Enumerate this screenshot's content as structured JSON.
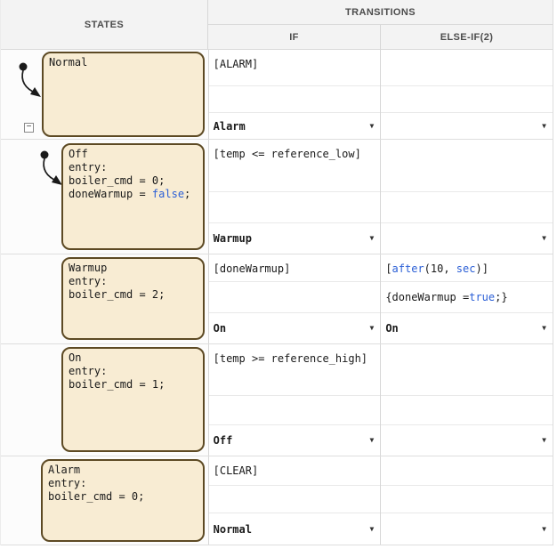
{
  "header": {
    "states": "STATES",
    "transitions": "TRANSITIONS",
    "if": "IF",
    "elseif": "ELSE-IF(2)"
  },
  "icons": {
    "dropdown": "▼",
    "collapse": "−"
  },
  "colors": {
    "keyword_blue": "#2b5fd6",
    "state_fill": "#f8ecd3",
    "state_border": "#5d4a24",
    "header_bg": "#f3f3f3"
  },
  "rows": [
    {
      "state": {
        "title": "Normal",
        "lines": [
          [
            {
              "t": "Normal"
            }
          ]
        ]
      },
      "if": {
        "condition": [
          {
            "t": "[ALARM]"
          }
        ],
        "action": [],
        "dest": "Alarm"
      },
      "elseif": {
        "condition": [],
        "action": [],
        "dest": ""
      }
    },
    {
      "state": {
        "title": "Off",
        "lines": [
          [
            {
              "t": "Off"
            }
          ],
          [
            {
              "t": "entry:"
            }
          ],
          [
            {
              "t": "boiler_cmd = 0;"
            }
          ],
          [
            {
              "t": "doneWarmup = "
            },
            {
              "t": "false",
              "k": true
            },
            {
              "t": ";"
            }
          ]
        ]
      },
      "if": {
        "condition": [
          {
            "t": "[temp <= reference_low]"
          }
        ],
        "action": [],
        "dest": "Warmup"
      },
      "elseif": {
        "condition": [],
        "action": [],
        "dest": ""
      }
    },
    {
      "state": {
        "title": "Warmup",
        "lines": [
          [
            {
              "t": "Warmup"
            }
          ],
          [
            {
              "t": "entry:"
            }
          ],
          [
            {
              "t": "boiler_cmd = 2;"
            }
          ]
        ]
      },
      "if": {
        "condition": [
          {
            "t": "[doneWarmup]"
          }
        ],
        "action": [],
        "dest": "On"
      },
      "elseif": {
        "condition": [
          {
            "t": "["
          },
          {
            "t": "after",
            "k": true
          },
          {
            "t": "(10, "
          },
          {
            "t": "sec",
            "k": true
          },
          {
            "t": ")]"
          }
        ],
        "action": [
          {
            "t": "{doneWarmup = "
          },
          {
            "t": "true",
            "k": true
          },
          {
            "t": ";}"
          }
        ],
        "dest": "On"
      }
    },
    {
      "state": {
        "title": "On",
        "lines": [
          [
            {
              "t": "On"
            }
          ],
          [
            {
              "t": "entry:"
            }
          ],
          [
            {
              "t": "boiler_cmd = 1;"
            }
          ]
        ]
      },
      "if": {
        "condition": [
          {
            "t": "[temp >= reference_high]"
          }
        ],
        "action": [],
        "dest": "Off"
      },
      "elseif": {
        "condition": [],
        "action": [],
        "dest": ""
      }
    },
    {
      "state": {
        "title": "Alarm",
        "lines": [
          [
            {
              "t": "Alarm"
            }
          ],
          [
            {
              "t": "entry:"
            }
          ],
          [
            {
              "t": "boiler_cmd = 0;"
            }
          ]
        ]
      },
      "if": {
        "condition": [
          {
            "t": "[CLEAR]"
          }
        ],
        "action": [],
        "dest": "Normal"
      },
      "elseif": {
        "condition": [],
        "action": [],
        "dest": ""
      }
    }
  ]
}
